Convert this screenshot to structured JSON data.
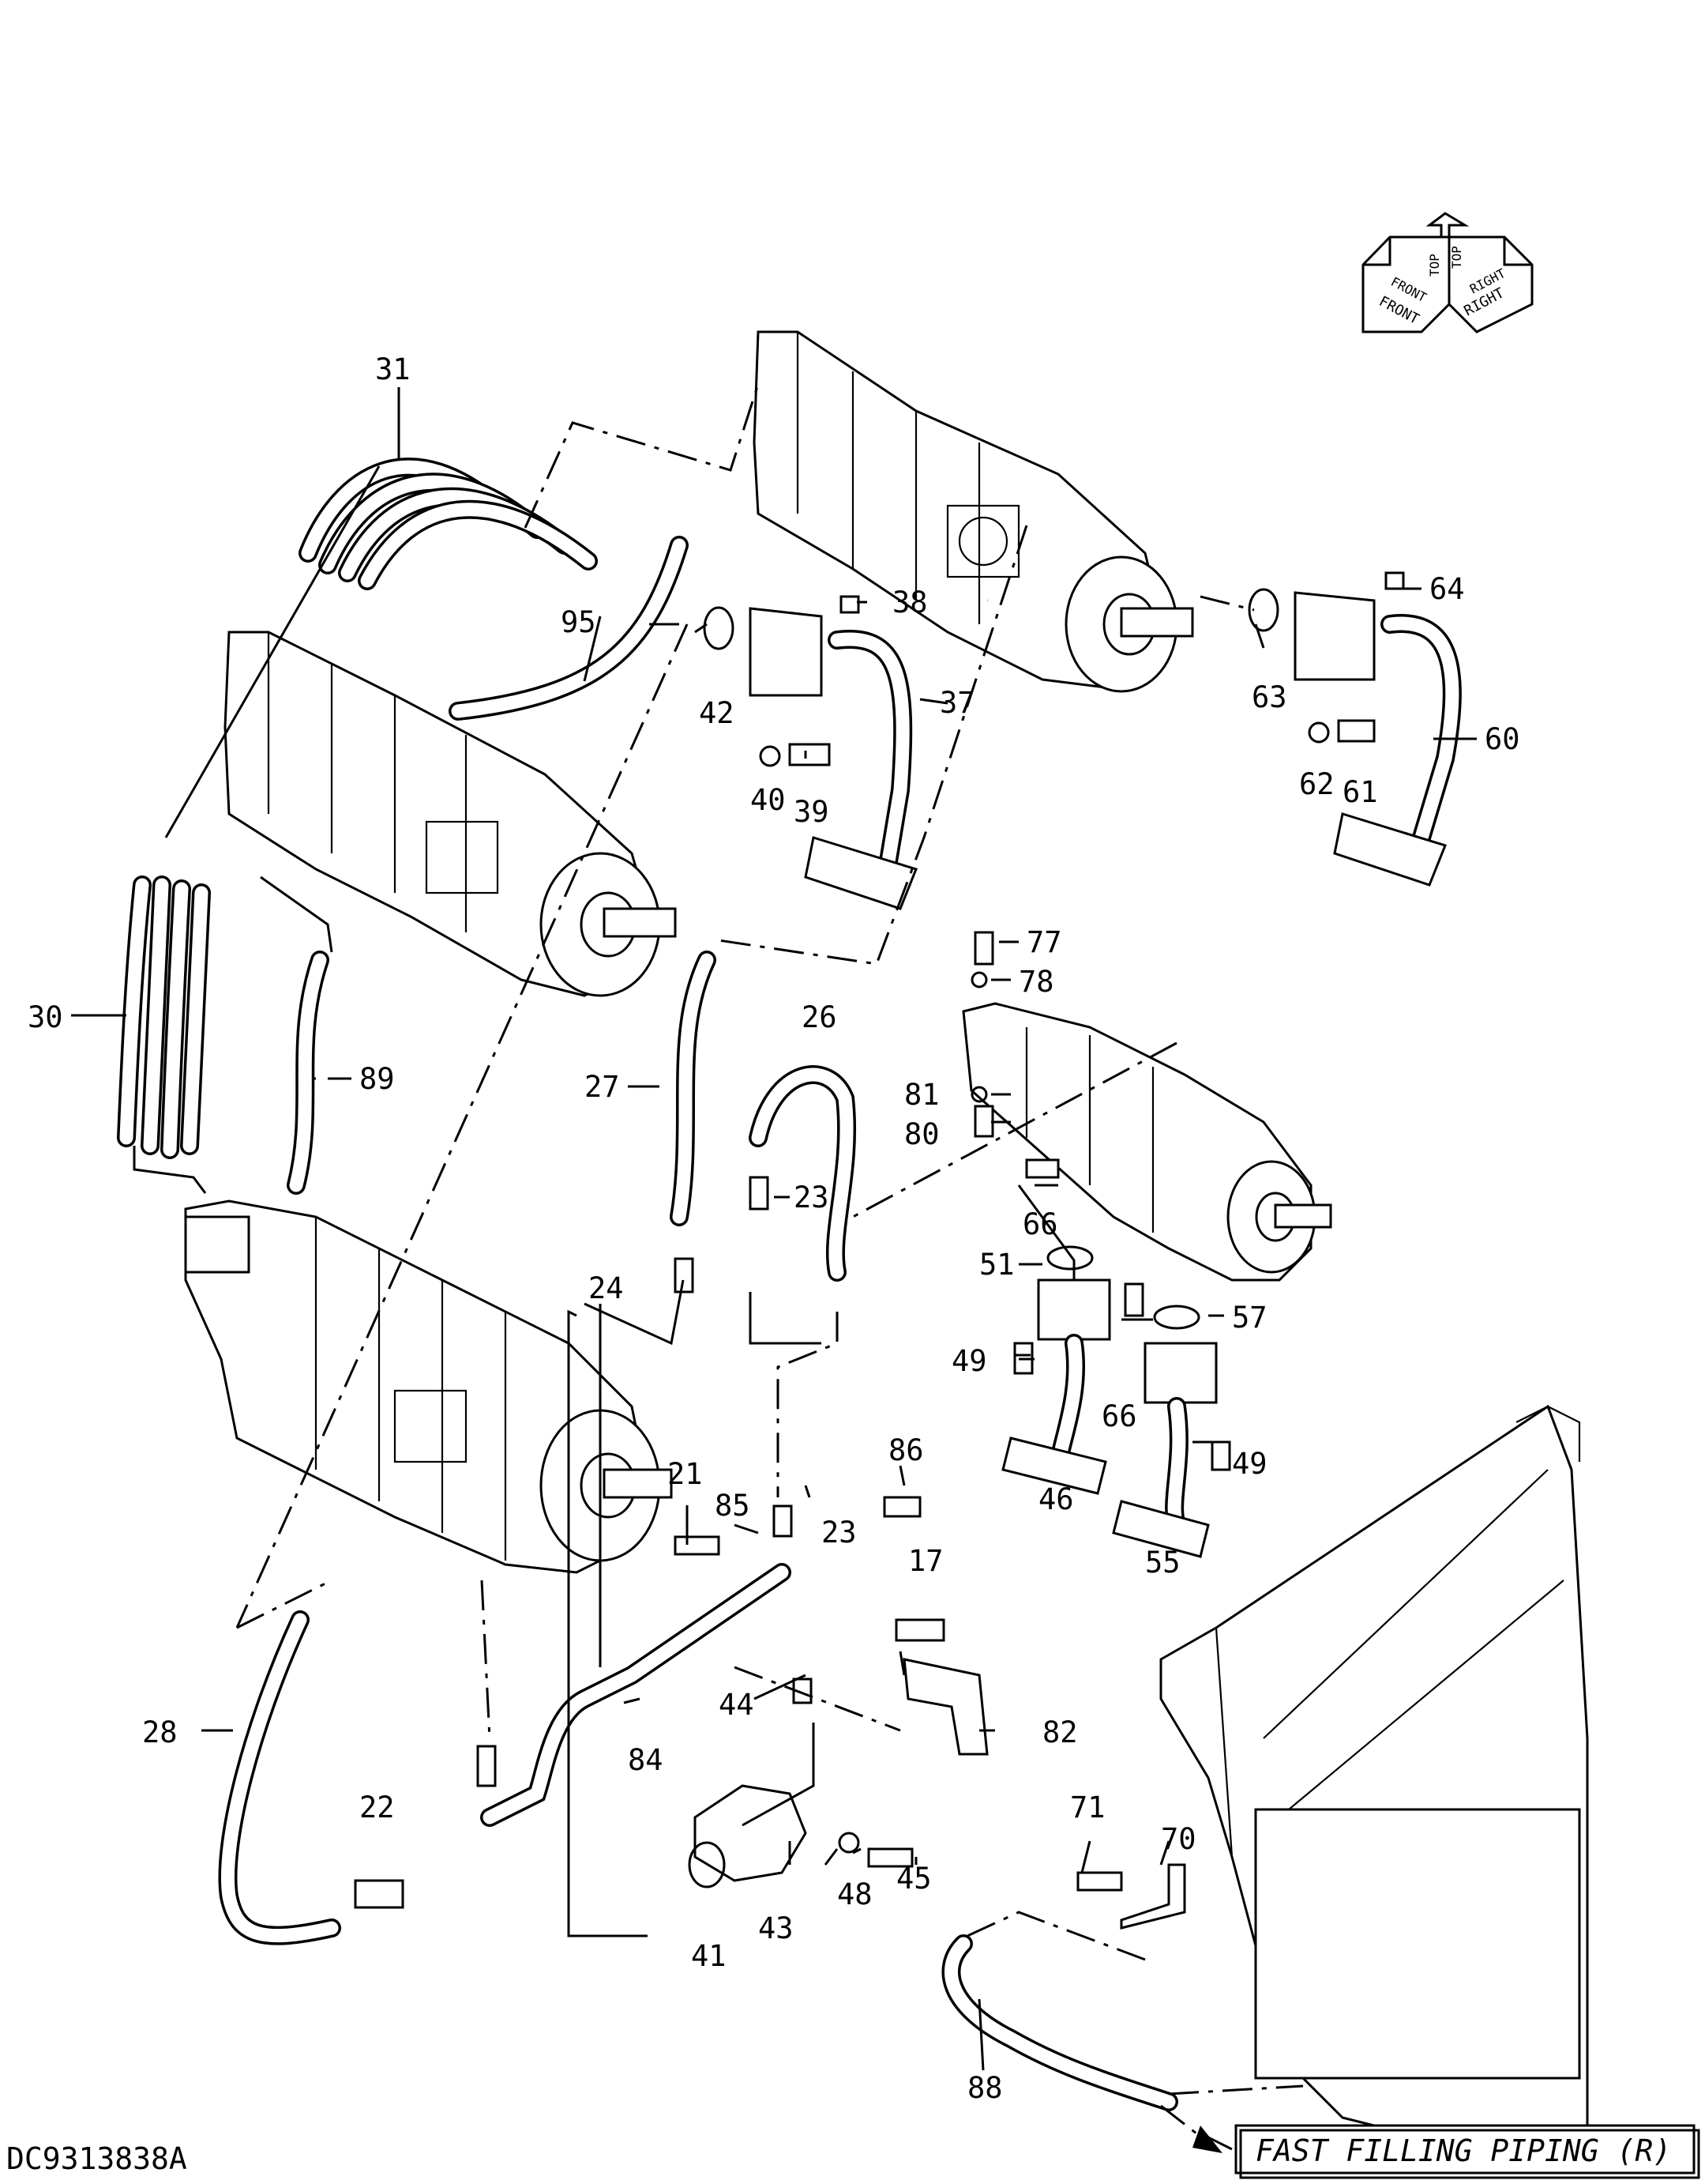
{
  "diagram": {
    "reference_code": "DC9313838A",
    "note_box": "FAST FILLING PIPING (R)",
    "orientation_labels": [
      "FRONT",
      "RIGHT",
      "TOP",
      "FRONT",
      "RIGHT",
      "TOP"
    ],
    "callouts": [
      "17",
      "21",
      "22",
      "23",
      "23",
      "24",
      "26",
      "27",
      "28",
      "30",
      "31",
      "37",
      "38",
      "39",
      "40",
      "41",
      "42",
      "43",
      "44",
      "45",
      "46",
      "48",
      "49",
      "49",
      "51",
      "55",
      "57",
      "60",
      "61",
      "62",
      "63",
      "64",
      "66",
      "66",
      "70",
      "71",
      "77",
      "78",
      "80",
      "81",
      "82",
      "84",
      "85",
      "86",
      "88",
      "89",
      "95"
    ]
  }
}
